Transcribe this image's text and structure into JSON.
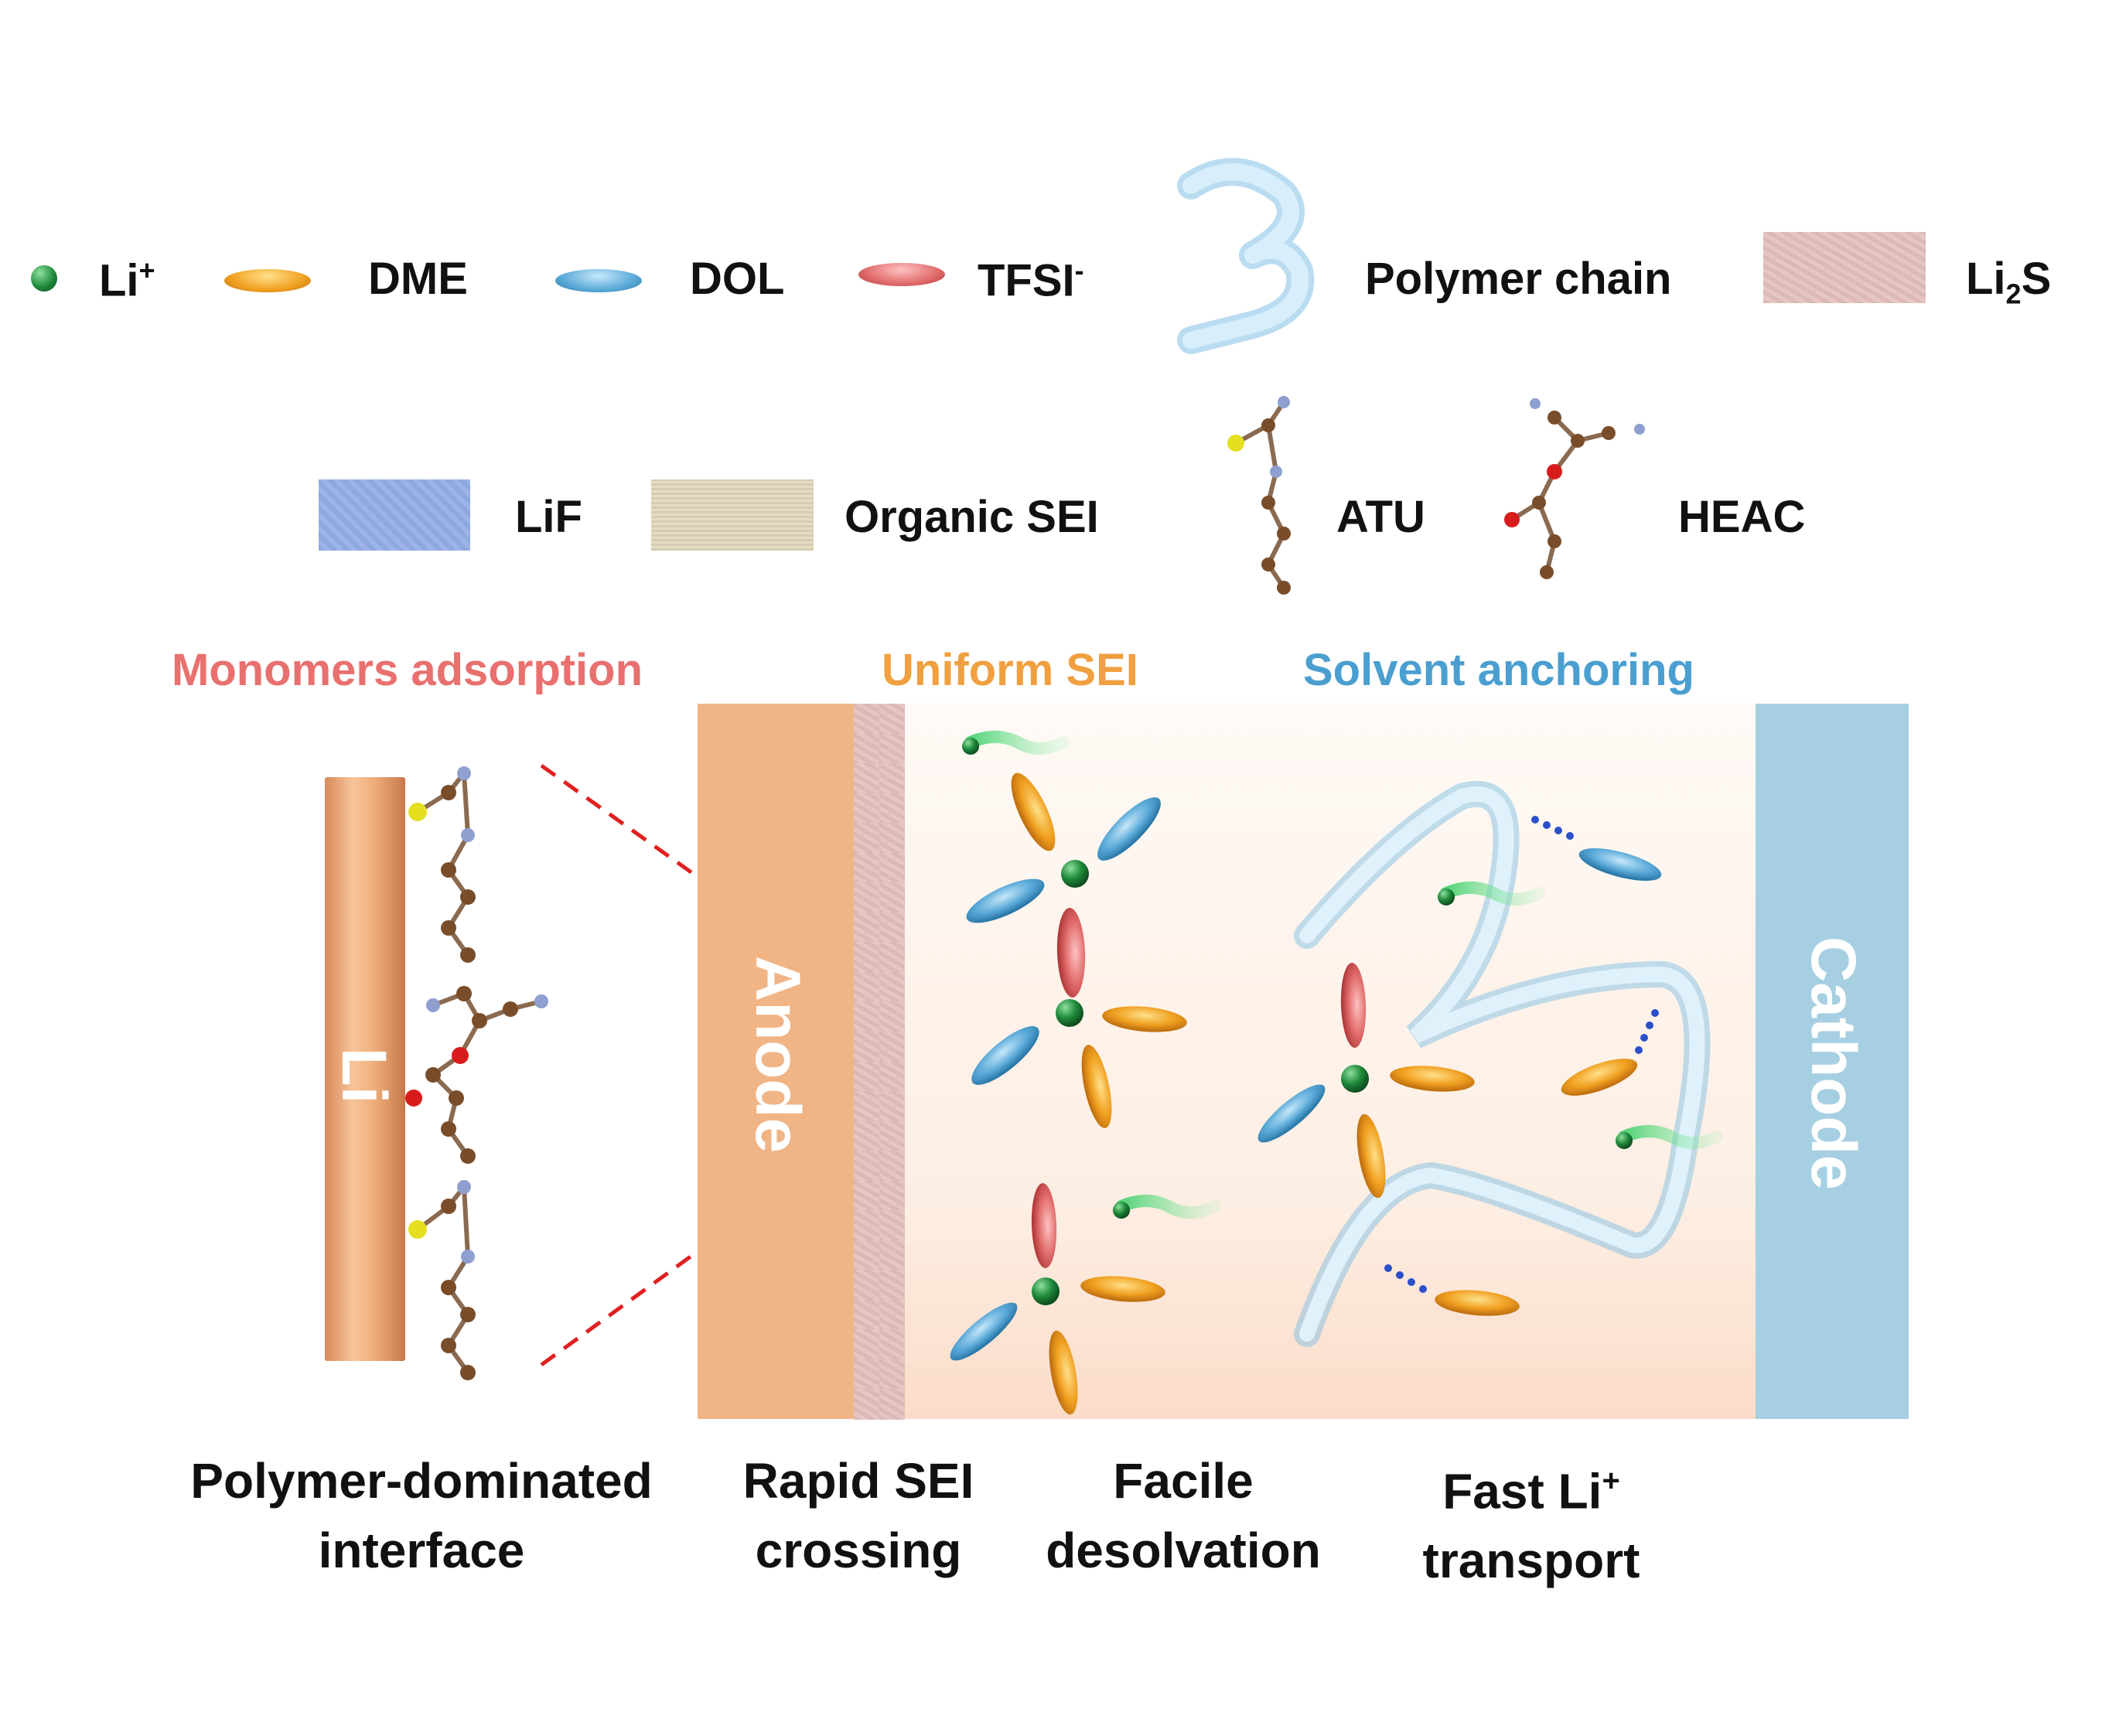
{
  "legend": {
    "row1": [
      {
        "id": "li-ion",
        "label": "Li",
        "sup": "+",
        "icon": "green-sphere",
        "color": "#1f8a3a"
      },
      {
        "id": "dme",
        "label": "DME",
        "icon": "orange-ellipsoid",
        "color": "#f0a020"
      },
      {
        "id": "dol",
        "label": "DOL",
        "icon": "blue-ellipsoid",
        "color": "#5aa9d8"
      },
      {
        "id": "tfsi",
        "label": "TFSI",
        "sup": "-",
        "icon": "red-ellipsoid",
        "color": "#e06a6a"
      },
      {
        "id": "polymer",
        "label": "Polymer chain",
        "icon": "polymer-chain",
        "color": "#b9ddf2"
      },
      {
        "id": "li2s",
        "label": "Li",
        "sub": "2",
        "suffix": "S",
        "icon": "li2s-texture",
        "color": "#ddbab7"
      }
    ],
    "row2": [
      {
        "id": "lif",
        "label": "LiF",
        "icon": "lif-texture",
        "color": "#c4d2f0"
      },
      {
        "id": "organic-sei",
        "label": "Organic SEI",
        "icon": "organic-sei-texture",
        "color": "#dcd3b8"
      },
      {
        "id": "atu",
        "label": "ATU",
        "icon": "atu-molecule"
      },
      {
        "id": "heac",
        "label": "HEAC",
        "icon": "heac-molecule"
      }
    ]
  },
  "sections": {
    "monomers": {
      "label": "Monomers adsorption",
      "color": "#e8706e"
    },
    "uniform_sei": {
      "label": "Uniform SEI",
      "color": "#f0a040"
    },
    "solvent_anchoring": {
      "label": "Solvent anchoring",
      "color": "#4a9fd0"
    }
  },
  "electrodes": {
    "li": "Li",
    "anode": "Anode",
    "cathode": "Cathode",
    "anode_color": "#f0b485",
    "cathode_color": "#a6cfe2",
    "li_color": "#efb07d"
  },
  "captions": [
    {
      "line1": "Polymer-dominated",
      "line2": "interface"
    },
    {
      "line1": "Rapid SEI",
      "line2": "crossing"
    },
    {
      "line1": "Facile",
      "line2": "desolvation"
    },
    {
      "line1": "Fast Li",
      "line1_sup": "+",
      "line2": "transport"
    }
  ]
}
